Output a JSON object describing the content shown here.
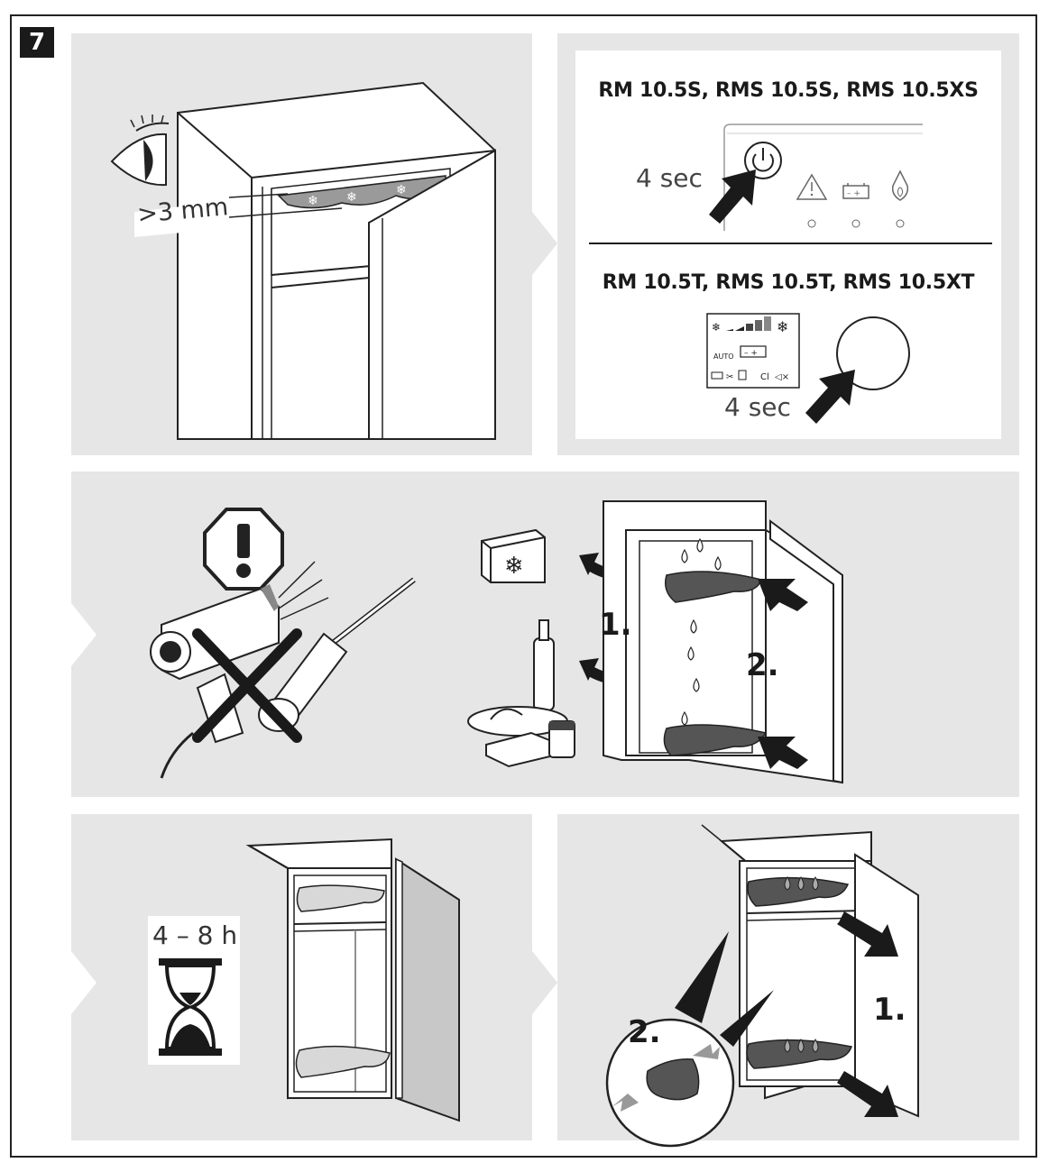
{
  "step": {
    "number": "7"
  },
  "panel_check": {
    "gap_label": ">3 mm"
  },
  "panel_switch_off": {
    "model_group_s": "RM 10.5S, RMS 10.5S, RMS 10.5XS",
    "hold_time_s": "4 sec",
    "model_group_t": "RM 10.5T, RMS 10.5T, RMS 10.5XT",
    "hold_time_t": "4 sec",
    "lcd_auto": "AUTO"
  },
  "panel_empty": {
    "step1": "1.",
    "step2": "2."
  },
  "panel_wait": {
    "duration": "4 – 8 h"
  },
  "panel_clean": {
    "step1": "1.",
    "step2": "2."
  }
}
